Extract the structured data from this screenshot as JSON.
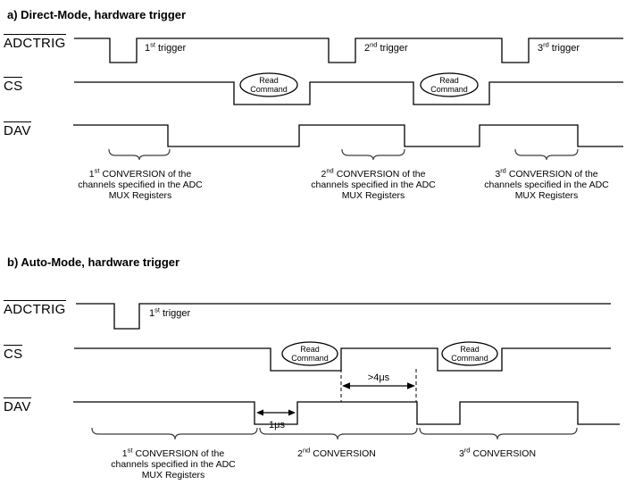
{
  "colors": {
    "background": "#ffffff",
    "line": "#000000",
    "brace": "#3d3d3d"
  },
  "section_a": {
    "title": "a) Direct-Mode, hardware trigger",
    "signal_labels": {
      "adctrig": "ADCTRIG",
      "cs": "CS",
      "dav": "DAV"
    },
    "triggers": [
      {
        "num": "1",
        "ord": "st",
        "word": "trigger"
      },
      {
        "num": "2",
        "ord": "nd",
        "word": "trigger"
      },
      {
        "num": "3",
        "ord": "rd",
        "word": "trigger"
      }
    ],
    "read_command": {
      "line1": "Read",
      "line2": "Command"
    },
    "conversions": [
      {
        "num": "1",
        "ord": "st",
        "line1_rest": "CONVERSION of the",
        "line2": "channels specified in the ADC",
        "line3": "MUX Registers"
      },
      {
        "num": "2",
        "ord": "nd",
        "line1_rest": "CONVERSION of the",
        "line2": "channels specified in the ADC",
        "line3": "MUX Registers"
      },
      {
        "num": "3",
        "ord": "rd",
        "line1_rest": "CONVERSION of the",
        "line2": "channels specified in the ADC",
        "line3": "MUX Registers"
      }
    ]
  },
  "section_b": {
    "title": "b) Auto-Mode, hardware trigger",
    "signal_labels": {
      "adctrig": "ADCTRIG",
      "cs": "CS",
      "dav": "DAV"
    },
    "triggers": [
      {
        "num": "1",
        "ord": "st",
        "word": "trigger"
      }
    ],
    "read_command": {
      "line1": "Read",
      "line2": "Command"
    },
    "annotations": {
      "delay": ">4μs",
      "pulse": "1μs"
    },
    "conversions": [
      {
        "num": "1",
        "ord": "st",
        "line1_rest": "CONVERSION of the",
        "line2": "channels specified in the ADC",
        "line3": "MUX Registers"
      },
      {
        "num": "2",
        "ord": "nd",
        "line1_rest": "CONVERSION"
      },
      {
        "num": "3",
        "ord": "rd",
        "line1_rest": "CONVERSION"
      }
    ]
  }
}
